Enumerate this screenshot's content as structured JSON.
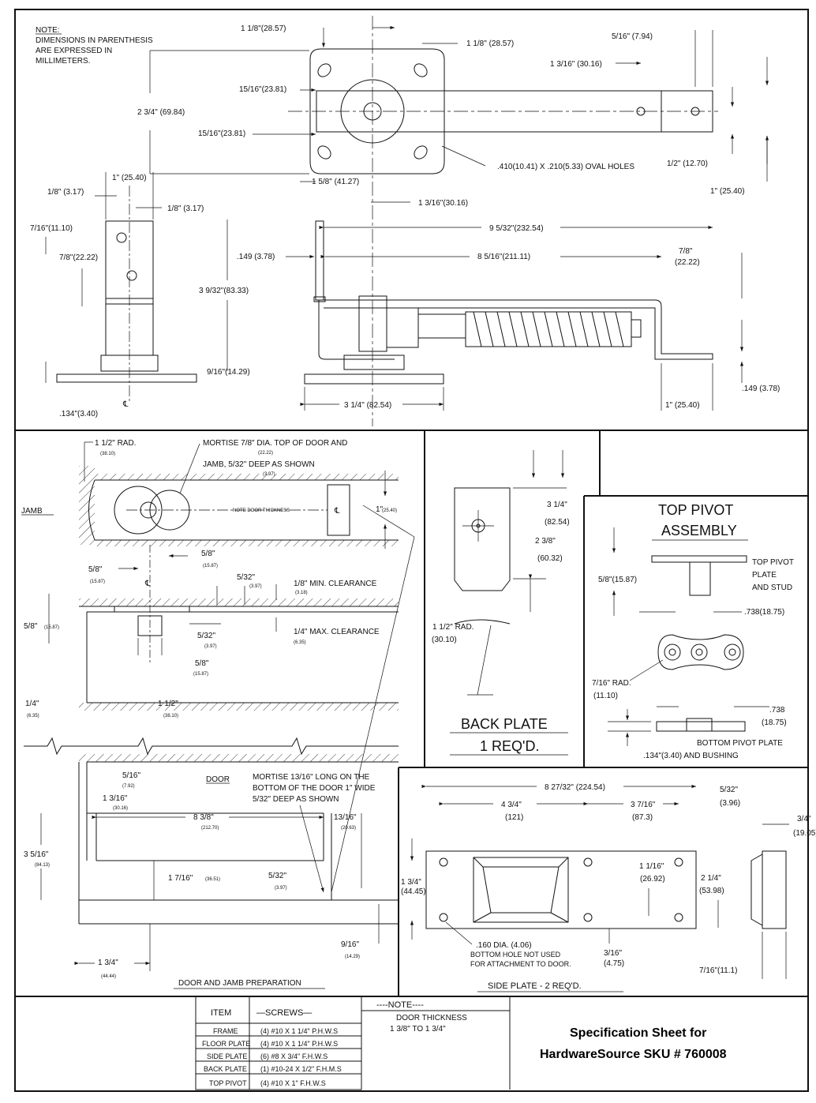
{
  "note": {
    "title": "NOTE:",
    "lines": [
      "DIMENSIONS IN PARENTHESIS",
      "ARE EXPRESSED IN",
      "MILLIMETERS."
    ]
  },
  "top_view": {
    "dims": {
      "d1": "1 1/8\"(28.57)",
      "d2": "1 1/8\" (28.57)",
      "d3": "5/16\" (7.94)",
      "d4": "1 3/16\" (30.16)",
      "d5": "15/16\"(23.81)",
      "d6": "15/16\"(23.81)",
      "d7": "2 3/4\" (69.84)",
      "d8": "1/2\" (12.70)",
      "d9": "1\" (25.40)",
      "d10": "1 5/8\" (41.27)",
      "d11": "1 3/16\"(30.16)",
      "oval": ".410(10.41) X .210(5.33) OVAL HOLES"
    }
  },
  "end_view": {
    "dims": {
      "d1": "1\" (25.40)",
      "d2": "1/8\" (3.17)",
      "d3": "1/8\" (3.17)",
      "d4": "7/16\"(11.10)",
      "d5": "7/8\"(22.22)",
      "d6": ".134\"(3.40)",
      "cl": "℄"
    }
  },
  "side_view": {
    "dims": {
      "d1": "9 5/32\"(232.54)",
      "d2": ".149 (3.78)",
      "d3": "8 5/16\"(211.11)",
      "d4": "7/8\"",
      "d4b": "(22.22)",
      "d5": "3 9/32\"(83.33)",
      "d6": "9/16\"(14.29)",
      "d7": "3 1/4\" (82.54)",
      "d8": "1\" (25.40)",
      "d9": ".149 (3.78)"
    }
  },
  "door_jamb": {
    "labels": {
      "rad": "1 1/2\" RAD.",
      "rad_mm": "(38.10)",
      "mortise1_l1": "MORTISE 7/8\" DIA. TOP OF DOOR AND",
      "mortise1_mm": "(22.22)",
      "mortise1_l2": "JAMB, 5/32\" DEEP AS SHOWN",
      "mortise1_mm2": "(3.97)",
      "jamb": "JAMB",
      "note_thk": "NOTE DOOR THICKNESS",
      "one_in": "1\"",
      "one_mm": "(25.40)",
      "fiveeight_a": "5/8\"",
      "fiveeight_a_mm": "(15.87)",
      "fiveeight_b": "5/8\"",
      "fiveeight_b_mm": "(15.87)",
      "cl": "℄",
      "cl2": "℄",
      "fivethirtytwo": "5/32\"",
      "fivethirtytwo_mm": "(3.97)",
      "min_clear": "1/8\" MIN. CLEARANCE",
      "min_clear_mm": "(3.18)",
      "fiveeight_c": "5/8\"",
      "fiveeight_c_mm": "(15.87)",
      "fivethirtytwo_b": "5/32\"",
      "fivethirtytwo_b_mm": "(3.97)",
      "max_clear": "1/4\" MAX. CLEARANCE",
      "max_clear_mm": "(6.35)",
      "fiveeight_d": "5/8\"",
      "fiveeight_d_mm": "(15.87)",
      "quarter": "1/4\"",
      "quarter_mm": "(6.35)",
      "one_half": "1 1/2\"",
      "one_half_mm": "(38.10)",
      "door": "DOOR",
      "fivesixteen": "5/16\"",
      "fivesixteen_mm": "(7.92)",
      "onethreesixteen": "1 3/16\"",
      "onethreesixteen_mm": "(30.16)",
      "mortise2_l1": "MORTISE 13/16\" LONG ON THE",
      "mortise2_l2": "BOTTOM OF THE DOOR 1\" WIDE",
      "mortise2_l3": "5/32\" DEEP AS SHOWN",
      "eightthree": "8 3/8\"",
      "eightthree_mm": "(212.70)",
      "thirteen": "13/16\"",
      "thirteen_mm": "(20.63)",
      "threefive": "3 5/16\"",
      "threefive_mm": "(84.13)",
      "oneseven": "1 7/16\"",
      "oneseven_mm": "(36.51)",
      "fivethirtytwo_c": "5/32\"",
      "fivethirtytwo_c_mm": "(3.97)",
      "ninesixteen": "9/16\"",
      "ninesixteen_mm": "(14.29)",
      "onethreefour": "1 3/4\"",
      "onethreefour_mm": "(44.44)",
      "caption": "DOOR AND JAMB PREPARATION"
    }
  },
  "back_plate": {
    "labels": {
      "d1": "3 1/4\"",
      "d1mm": "(82.54)",
      "d2": "2 3/8\"",
      "d2mm": "(60.32)",
      "rad": "1 1/2\" RAD.",
      "radmm": "(30.10)",
      "caption1": "BACK PLATE",
      "caption2": "1 REQ'D."
    }
  },
  "top_pivot": {
    "labels": {
      "title1": "TOP PIVOT",
      "title2": "ASSEMBLY",
      "tp1": "TOP PIVOT",
      "tp2": "PLATE",
      "tp3": "AND STUD",
      "fiveeight": "5/8\"(15.87)",
      "d738": ".738(18.75)",
      "rad": "7/16\" RAD.",
      "radmm": "(11.10)",
      "d738b": ".738",
      "d738bmm": "(18.75)",
      "bp1": "BOTTOM PIVOT PLATE",
      "bp2": ".134\"(3.40) AND BUSHING"
    }
  },
  "side_plate": {
    "labels": {
      "d1": "8 27/32\" (224.54)",
      "d2": "5/32\"",
      "d2mm": "(3.96)",
      "d3": "4 3/4\"",
      "d3mm": "(121)",
      "d4": "3 7/16\"",
      "d4mm": "(87.3)",
      "d5": "3/4\"",
      "d5mm": "(19.05)",
      "d6": "1 3/4\"",
      "d6mm": "(44.45)",
      "d7": "1 1/16\"",
      "d7mm": "(26.92)",
      "d8": "2 1/4\"",
      "d8mm": "(53.98)",
      "hole1": ".160 DIA. (4.06)",
      "hole2": "BOTTOM HOLE NOT USED",
      "hole3": "FOR ATTACHMENT TO DOOR.",
      "d9": "3/16\"",
      "d9mm": "(4.75)",
      "d10": "7/16\"(11.1)",
      "caption": "SIDE PLATE - 2 REQ'D."
    }
  },
  "table": {
    "header_item": "ITEM",
    "header_screws": "—SCREWS—",
    "rows": [
      {
        "item": "FRAME",
        "screws": "(4) #10 X 1 1/4\"  P.H.W.S"
      },
      {
        "item": "FLOOR PLATE",
        "screws": "(4) #10 X 1 1/4\"  P.H.W.S"
      },
      {
        "item": "SIDE PLATE",
        "screws": "(6) #8 X 3/4\"  F.H.W.S"
      },
      {
        "item": "BACK PLATE",
        "screws": "(1) #10-24 X 1/2\"  F.H.M.S"
      },
      {
        "item": "TOP PIVOT",
        "screws": "(4) #10 X 1\"  F.H.W.S"
      }
    ],
    "note_title": "----NOTE----",
    "note_line1": "DOOR THICKNESS",
    "note_line2": "1 3/8\" TO 1 3/4\""
  },
  "sku": {
    "line1": "Specification Sheet for",
    "line2": "HardwareSource SKU # 760008"
  }
}
